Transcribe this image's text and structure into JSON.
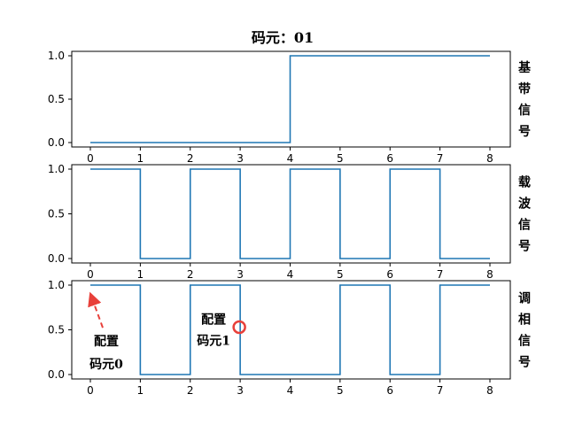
{
  "chart_data": {
    "title": "码元：01",
    "series_color": "#1f77b4",
    "annotation_color": "#e8403a",
    "panels": [
      {
        "type": "line",
        "step": "post",
        "side_label": [
          "基",
          "带",
          "信",
          "号"
        ],
        "x": [
          0,
          1,
          2,
          3,
          4,
          5,
          6,
          7,
          8
        ],
        "values": [
          0,
          0,
          0,
          0,
          1,
          1,
          1,
          1,
          1
        ],
        "xlim": [
          0,
          8
        ],
        "ylim": [
          0,
          1
        ],
        "xticks": [
          "0",
          "1",
          "2",
          "3",
          "4",
          "5",
          "6",
          "7",
          "8"
        ],
        "yticks": [
          "0.0",
          "0.5",
          "1.0"
        ]
      },
      {
        "type": "line",
        "step": "post",
        "side_label": [
          "载",
          "波",
          "信",
          "号"
        ],
        "x": [
          0,
          1,
          2,
          3,
          4,
          5,
          6,
          7,
          8
        ],
        "values": [
          1,
          0,
          1,
          0,
          1,
          0,
          1,
          0,
          0
        ],
        "xlim": [
          0,
          8
        ],
        "ylim": [
          0,
          1
        ],
        "xticks": [
          "0",
          "1",
          "2",
          "3",
          "4",
          "5",
          "6",
          "7",
          "8"
        ],
        "yticks": [
          "0.0",
          "0.5",
          "1.0"
        ]
      },
      {
        "type": "line",
        "step": "post",
        "side_label": [
          "调",
          "相",
          "信",
          "号"
        ],
        "x": [
          0,
          1,
          2,
          3,
          4,
          5,
          6,
          7,
          8
        ],
        "values": [
          1,
          0,
          1,
          0,
          0,
          1,
          0,
          1,
          1
        ],
        "xlim": [
          0,
          8
        ],
        "ylim": [
          0,
          1
        ],
        "xticks": [
          "0",
          "1",
          "2",
          "3",
          "4",
          "5",
          "6",
          "7",
          "8"
        ],
        "yticks": [
          "0.0",
          "0.5",
          "1.0"
        ],
        "annotations": [
          {
            "text": [
              "配置",
              "码元0"
            ],
            "point": [
              0,
              0.9
            ]
          },
          {
            "text": [
              "配置",
              "码元1"
            ],
            "point": [
              3,
              0.53
            ]
          }
        ]
      }
    ]
  }
}
